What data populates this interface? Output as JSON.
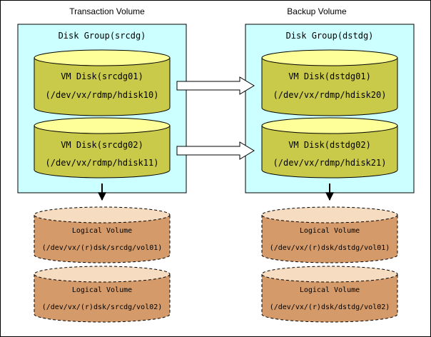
{
  "sections": {
    "transaction": {
      "header": "Transaction Volume",
      "group_label": "Disk Group(srcdg)",
      "disks": [
        {
          "name": "VM Disk(srcdg01)",
          "path": "(/dev/vx/rdmp/hdisk10)"
        },
        {
          "name": "VM Disk(srcdg02)",
          "path": "(/dev/vx/rdmp/hdisk11)"
        }
      ],
      "volumes": [
        {
          "name": "Logical Volume",
          "path": "(/dev/vx/(r)dsk/srcdg/vol01)"
        },
        {
          "name": "Logical Volume",
          "path": "(/dev/vx/(r)dsk/srcdg/vol02)"
        }
      ]
    },
    "backup": {
      "header": "Backup Volume",
      "group_label": "Disk Group(dstdg)",
      "disks": [
        {
          "name": "VM Disk(dstdg01)",
          "path": "(/dev/vx/rdmp/hdisk20)"
        },
        {
          "name": "VM Disk(dstdg02)",
          "path": "(/dev/vx/rdmp/hdisk21)"
        }
      ],
      "volumes": [
        {
          "name": "Logical Volume",
          "path": "(/dev/vx/(r)dsk/dstdg/vol01)"
        },
        {
          "name": "Logical Volume",
          "path": "(/dev/vx/(r)dsk/dstdg/vol02)"
        }
      ]
    }
  },
  "colors": {
    "group_fill": "#ccffff",
    "disk_body": "#c9c94a",
    "disk_top": "#ffff99",
    "volume_body": "#d49a6a",
    "volume_top": "#f6dcc0"
  }
}
